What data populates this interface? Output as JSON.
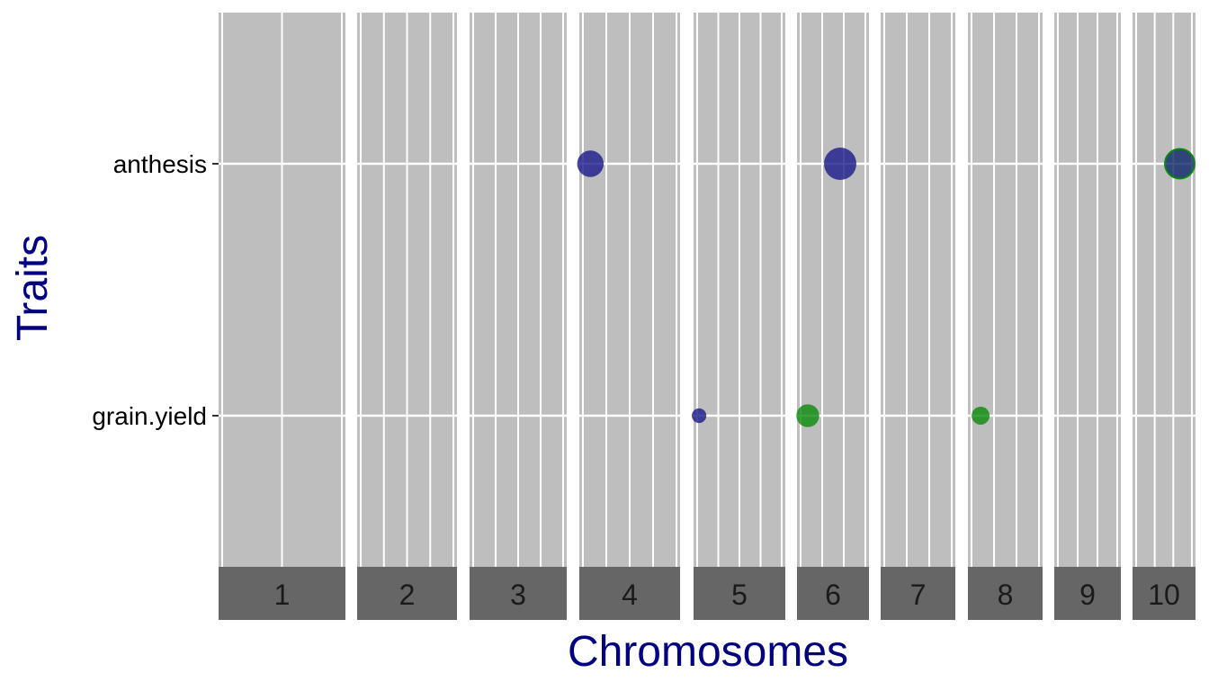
{
  "chart_data": {
    "type": "scatter",
    "xlabel": "Chromosomes",
    "ylabel": "Traits",
    "traits": [
      "anthesis",
      "grain.yield"
    ],
    "chromosomes": [
      {
        "label": "1",
        "gridlines": 3
      },
      {
        "label": "2",
        "gridlines": 5
      },
      {
        "label": "3",
        "gridlines": 5
      },
      {
        "label": "4",
        "gridlines": 5
      },
      {
        "label": "5",
        "gridlines": 5
      },
      {
        "label": "6",
        "gridlines": 4
      },
      {
        "label": "7",
        "gridlines": 4
      },
      {
        "label": "8",
        "gridlines": 4
      },
      {
        "label": "9",
        "gridlines": 4
      },
      {
        "label": "10",
        "gridlines": 4
      }
    ],
    "points": [
      {
        "chromosome": "4",
        "trait": "anthesis",
        "pos": 0.11,
        "size": 6,
        "color": "#1a1a8c"
      },
      {
        "chromosome": "6",
        "trait": "anthesis",
        "pos": 0.6,
        "size": 10,
        "color": "#1a1a8c"
      },
      {
        "chromosome": "10",
        "trait": "anthesis",
        "pos": 0.75,
        "size": 8,
        "color": "#0b2566",
        "stroke": "#0a8a0a"
      },
      {
        "chromosome": "5",
        "trait": "grain.yield",
        "pos": 0.06,
        "size": 1,
        "color": "#1a1a8c"
      },
      {
        "chromosome": "6",
        "trait": "grain.yield",
        "pos": 0.15,
        "size": 4,
        "color": "#0a8a0a"
      },
      {
        "chromosome": "8",
        "trait": "grain.yield",
        "pos": 0.17,
        "size": 2,
        "color": "#0a8a0a"
      }
    ],
    "colors": {
      "panel": "#bebebe",
      "strip": "#666666",
      "grid": "#ffffff",
      "axis_title": "#000080"
    },
    "legend": "none"
  }
}
